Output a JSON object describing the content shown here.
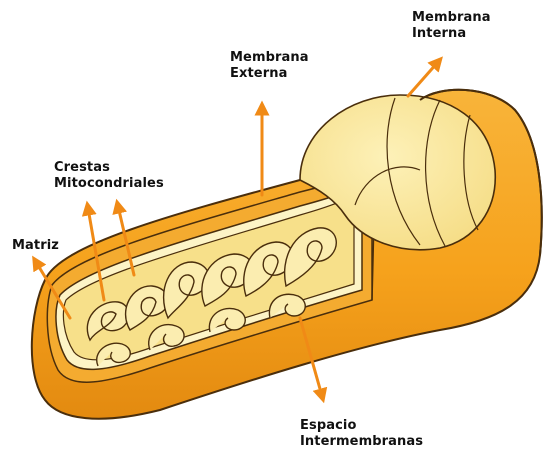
{
  "colors": {
    "outer_membrane": "#f6a21c",
    "outer_membrane_dark": "#dc7f0f",
    "intermembrane_space": "#f7b73c",
    "inner_membrane": "#fdf4c6",
    "matrix": "#f9e99a",
    "cristae_fill": "#fbedb0",
    "outline": "#4a2e0c",
    "arrow": "#f08a16",
    "label_text": "#111111"
  },
  "labels": {
    "membrana_interna": {
      "line1": "Membrana",
      "line2": "Interna"
    },
    "membrana_externa": {
      "line1": "Membrana",
      "line2": "Externa"
    },
    "crestas": {
      "line1": "Crestas",
      "line2": "Mitocondriales"
    },
    "matriz": {
      "line1": "Matriz"
    },
    "espacio": {
      "line1": "Espacio",
      "line2": "Intermembranas"
    }
  }
}
